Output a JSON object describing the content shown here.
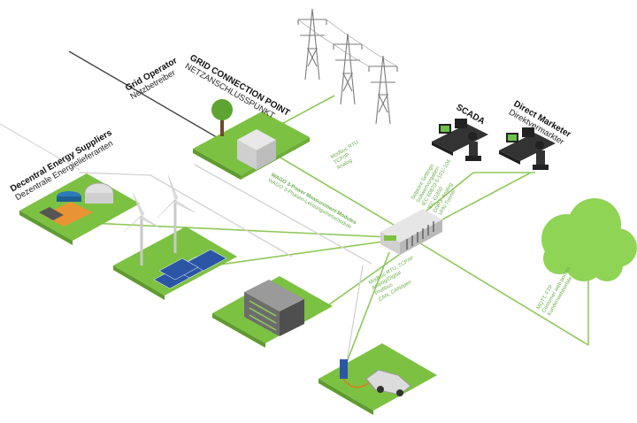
{
  "labels": {
    "decentral_en": "Decentral Energy Suppliers",
    "decentral_de": "Dezentrale Energielieferanten",
    "grid_operator_en": "Grid Operator",
    "grid_operator_de": "Netzbetreiber",
    "grid_connection_en": "GRID CONNECTION POINT",
    "grid_connection_de": "NETZANSCHLUSSPUNKT",
    "scada": "SCADA",
    "direct_marketer_en": "Direct Marketer",
    "direct_marketer_de": "Direktvermarkter"
  },
  "protocols": {
    "grid": [
      "Modbus RTU",
      "TCP/IP",
      "Analog"
    ],
    "power_modules": [
      "WAGO 3-Power Measurement Modules",
      "WAGO 3-Phasen-Leistungsmessmodule"
    ],
    "scada": [
      "Setpoint Settings",
      "Sollwertvorgaben",
      "IEC 60870-5-101/-104",
      "IEC 61850",
      "DNP3, Analog",
      "VPN-Tunnel"
    ],
    "field": [
      "Modbus RTU, TCP/IP",
      "Analog/Digital",
      "Profibus",
      "CAN, CANopen"
    ],
    "cloud": [
      "MQTT, FTP",
      "Customer web portals",
      "Kundenwebportale"
    ]
  },
  "colors": {
    "green": "#7cc142",
    "green_light": "#a6d870",
    "line": "#8fc85a",
    "dark": "#2b2b2b"
  }
}
